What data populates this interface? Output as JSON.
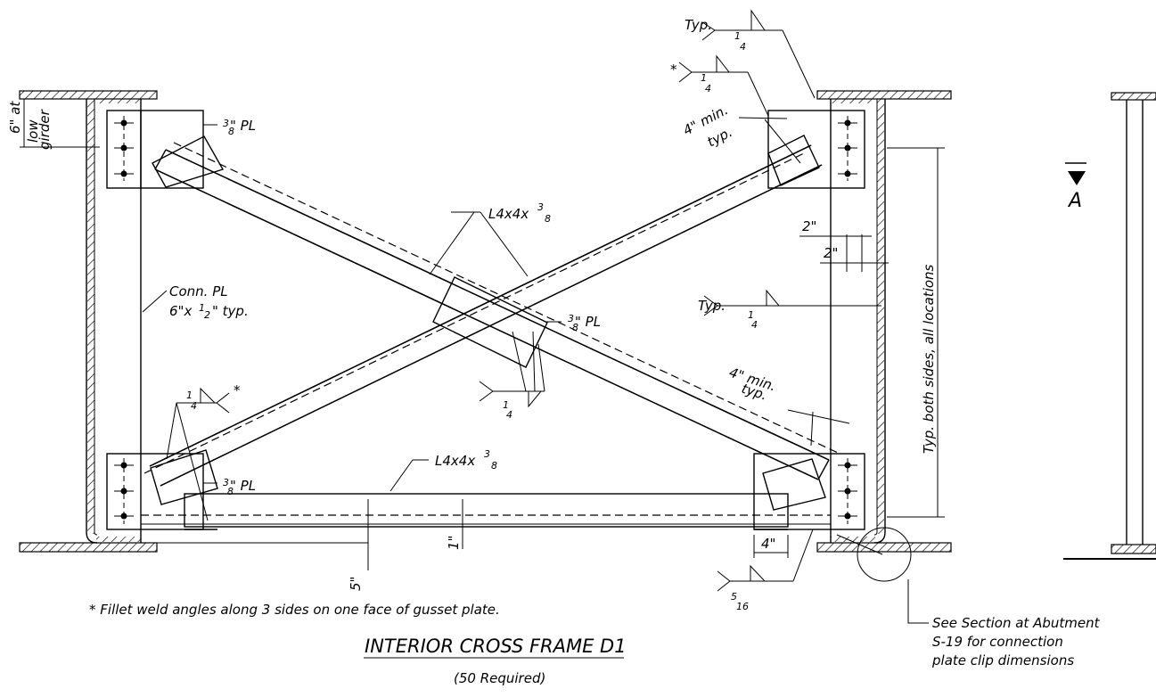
{
  "title": "INTERIOR CROSS FRAME D1",
  "subtitle": "(50 Required)",
  "footnote": "* Fillet weld angles along 3 sides on one face of gusset plate.",
  "callouts": {
    "plate_label": "\" PL",
    "plate_num": "3",
    "plate_den": "8",
    "angle_label": "L4x4x",
    "angle_num": "3",
    "angle_den": "8",
    "conn_plate_line1": "Conn. PL",
    "conn_plate_line2a": "6\"x",
    "conn_plate_line2b": "\" typ.",
    "conn_num": "1",
    "conn_den": "2",
    "low_girder_1": "6\" at",
    "low_girder_2": "low",
    "low_girder_3": "girder",
    "min_4": "4\" min.",
    "typ": "typ.",
    "dim_2a": "2\"",
    "dim_2b": "2\"",
    "dim_4": "4\"",
    "dim_5": "5\"",
    "dim_1": "1\"",
    "typ_both_sides": "Typ. both sides, all locations",
    "section_ref_1": "See Section at Abutment",
    "section_ref_2": "S-19  for connection",
    "section_ref_3": "plate clip dimensions",
    "section_mark": "A"
  },
  "welds": {
    "typ": "Typ.",
    "star": "*",
    "size_num": "1",
    "size_den": "4",
    "size2_num": "5",
    "size2_den": "16"
  }
}
